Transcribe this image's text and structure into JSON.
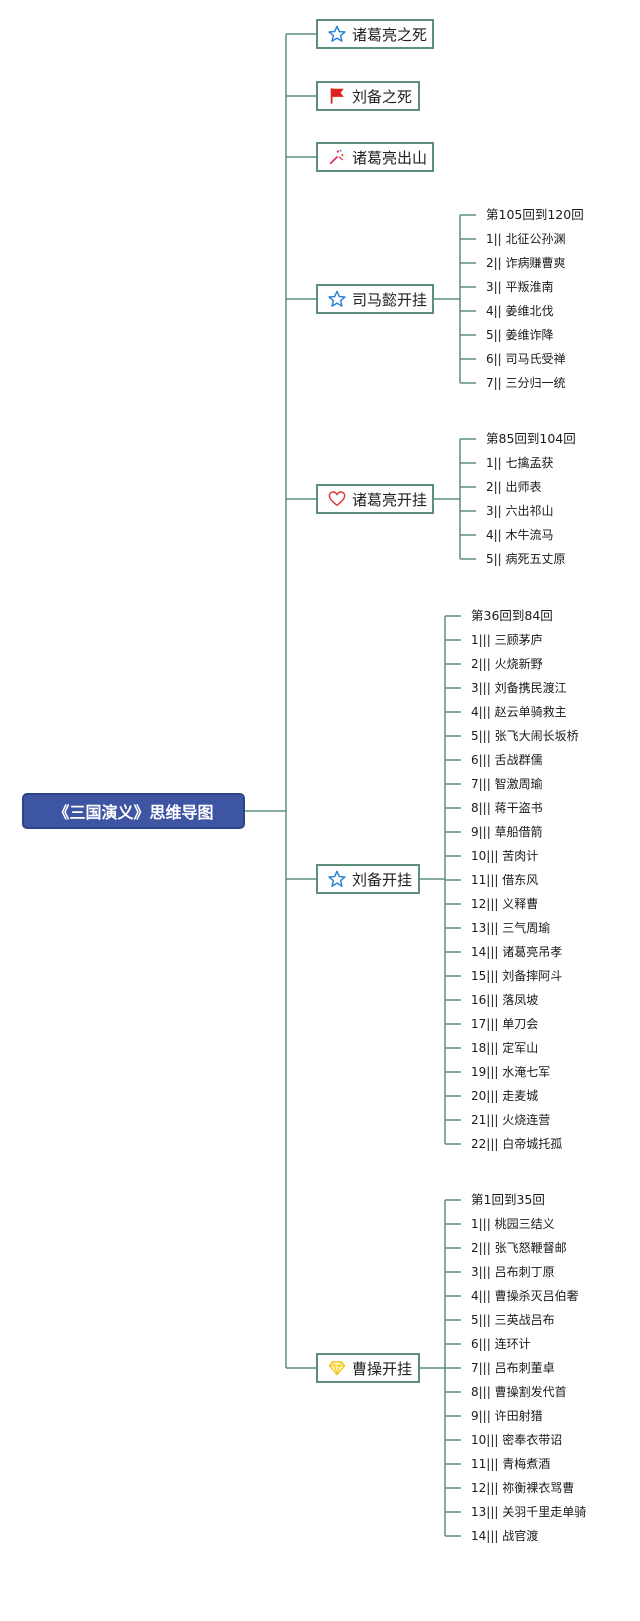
{
  "root": {
    "label": "《三国演义》思维导图"
  },
  "branches": [
    {
      "label": "诸葛亮之死",
      "icon": "blue-star-icon",
      "color": "#2a7fd4",
      "children": []
    },
    {
      "label": "刘备之死",
      "icon": "red-flag-icon",
      "color": "#e02020",
      "children": []
    },
    {
      "label": "诸葛亮出山",
      "icon": "party-popper-icon",
      "color": "#e0306a",
      "children": []
    },
    {
      "label": "司马懿开挂",
      "icon": "blue-star-icon",
      "color": "#2a7fd4",
      "children": [
        "第105回到120回",
        "1|| 北征公孙渊",
        "2|| 诈病赚曹爽",
        "3|| 平叛淮南",
        "4|| 姜维北伐",
        "5|| 姜维诈降",
        "6|| 司马氏受禅",
        "7|| 三分归一统"
      ]
    },
    {
      "label": "诸葛亮开挂",
      "icon": "red-heart-icon",
      "color": "#d63838",
      "children": [
        "第85回到104回",
        "1|| 七擒孟获",
        "2|| 出师表",
        "3|| 六出祁山",
        "4|| 木牛流马",
        "5|| 病死五丈原"
      ]
    },
    {
      "label": "刘备开挂",
      "icon": "blue-star-icon",
      "color": "#2a7fd4",
      "children": [
        "第36回到84回",
        "1||| 三顾茅庐",
        "2||| 火烧新野",
        "3||| 刘备携民渡江",
        "4||| 赵云单骑救主",
        "5||| 张飞大闹长坂桥",
        "6||| 舌战群儒",
        "7||| 智激周瑜",
        "8||| 蒋干盗书",
        "9||| 草船借箭",
        "10||| 苦肉计",
        "11||| 借东风",
        "12||| 义释曹",
        "13||| 三气周瑜",
        "14||| 诸葛亮吊孝",
        "15||| 刘备摔阿斗",
        "16||| 落凤坡",
        "17||| 单刀会",
        "18||| 定军山",
        "19||| 水淹七军",
        "20||| 走麦城",
        "21||| 火烧连营",
        "22||| 白帝城托孤"
      ]
    },
    {
      "label": "曹操开挂",
      "icon": "yellow-diamond-icon",
      "color": "#f2c21b",
      "children": [
        "第1回到35回",
        "1||| 桃园三结义",
        "2||| 张飞怒鞭督邮",
        "3||| 吕布刺丁原",
        "4||| 曹操杀灭吕伯奢",
        "5||| 三英战吕布",
        "6||| 连环计",
        "7||| 吕布刺董卓",
        "8||| 曹操割发代首",
        "9||| 许田射猎",
        "10||| 密奉衣带诏",
        "11||| 青梅煮酒",
        "12||| 祢衡裸衣骂曹",
        "13||| 关羽千里走单骑",
        "14||| 战官渡"
      ]
    }
  ]
}
